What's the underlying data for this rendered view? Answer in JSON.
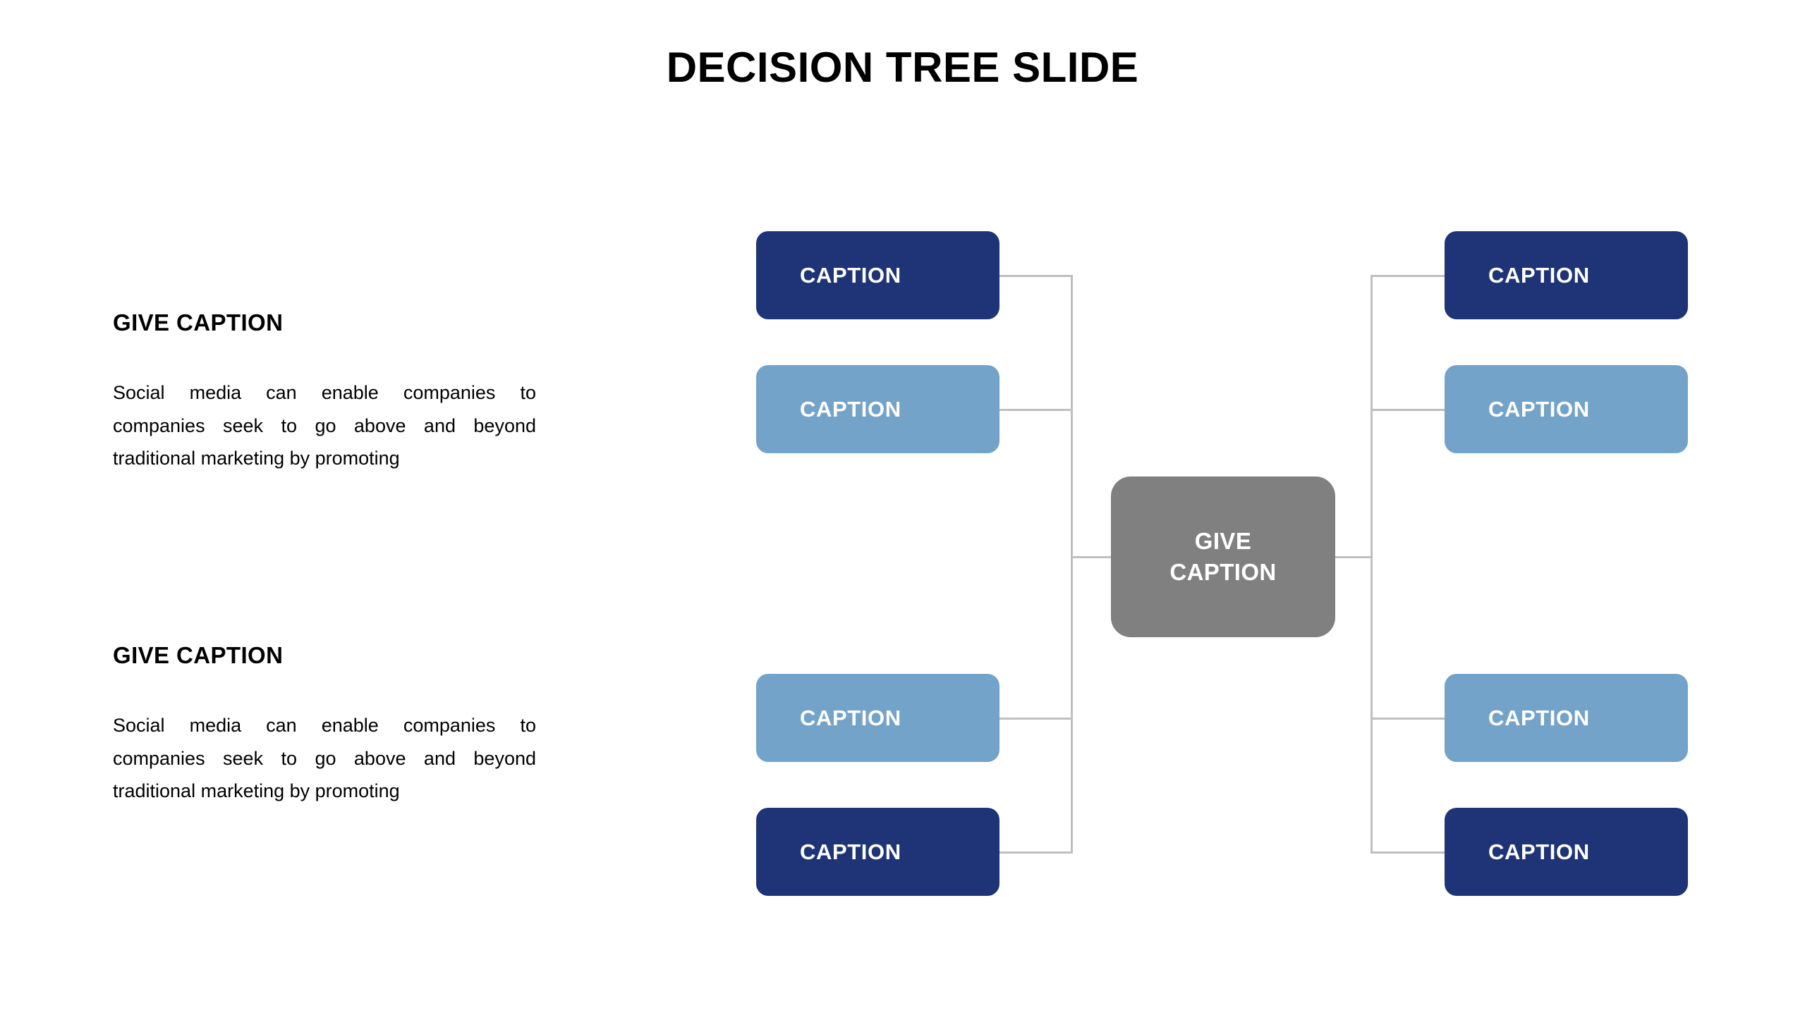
{
  "slide": {
    "title": "DECISION TREE SLIDE",
    "background_color": "#ffffff"
  },
  "palette": {
    "dark_blue": "#1e3476",
    "light_blue": "#74a3c9",
    "gray": "#808080",
    "connector": "#bfbfbf",
    "text_dark": "#000000",
    "text_light": "#ffffff"
  },
  "left_panel": {
    "blocks": [
      {
        "heading": "GIVE CAPTION",
        "body": "Social media can enable companies to companies seek to go above and beyond traditional marketing by promoting"
      },
      {
        "heading": "GIVE CAPTION",
        "body": "Social media can enable companies to companies seek to go above and beyond traditional marketing by promoting"
      }
    ]
  },
  "tree": {
    "root": {
      "label_line1": "GIVE",
      "label_line2": "CAPTION",
      "color": "#808080"
    },
    "branches": [
      {
        "side": "left",
        "group": "top",
        "nodes": [
          {
            "label": "CAPTION",
            "color": "#1e3476",
            "style": "dark"
          },
          {
            "label": "CAPTION",
            "color": "#74a3c9",
            "style": "light"
          }
        ]
      },
      {
        "side": "left",
        "group": "bottom",
        "nodes": [
          {
            "label": "CAPTION",
            "color": "#74a3c9",
            "style": "light"
          },
          {
            "label": "CAPTION",
            "color": "#1e3476",
            "style": "dark"
          }
        ]
      },
      {
        "side": "right",
        "group": "top",
        "nodes": [
          {
            "label": "CAPTION",
            "color": "#1e3476",
            "style": "dark"
          },
          {
            "label": "CAPTION",
            "color": "#74a3c9",
            "style": "light"
          }
        ]
      },
      {
        "side": "right",
        "group": "bottom",
        "nodes": [
          {
            "label": "CAPTION",
            "color": "#74a3c9",
            "style": "light"
          },
          {
            "label": "CAPTION",
            "color": "#1e3476",
            "style": "dark"
          }
        ]
      }
    ]
  }
}
